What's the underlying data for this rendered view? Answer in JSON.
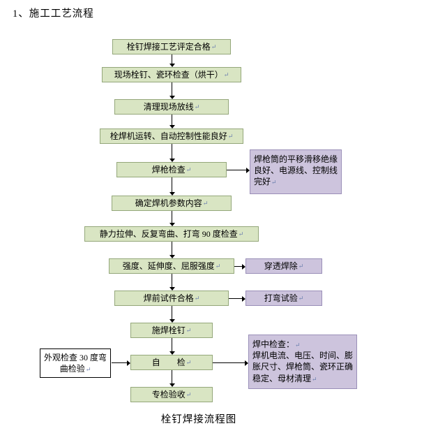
{
  "page": {
    "title": "1、施工工艺流程",
    "caption": "栓钉焊接流程图"
  },
  "glyphs": {
    "return_mark": "↵"
  },
  "colors": {
    "step_fill": "#d9e5c3",
    "step_border": "#94a77a",
    "note_fill": "#cdc4dd",
    "note_border": "#9a8fb8",
    "arrow": "#000000"
  },
  "flow": {
    "steps": [
      {
        "label": "栓钉焊接工艺评定合格"
      },
      {
        "label": "现场栓钉、瓷环检查（烘干）"
      },
      {
        "label": "清理现场放线"
      },
      {
        "label": "栓焊机运转、自动控制性能良好"
      },
      {
        "label": "焊枪检查"
      },
      {
        "label": "确定焊机参数内容"
      },
      {
        "label": "静力拉伸、反复弯曲、打弯 90 度检查"
      },
      {
        "label": "强度、延伸度、屈服强度"
      },
      {
        "label": "焊前试件合格"
      },
      {
        "label": "施焊栓钉"
      },
      {
        "label": "自　　检"
      },
      {
        "label": "专检验收"
      }
    ],
    "side_notes": {
      "gun_note": "焊枪筒的平移滑移绝缘良好、电源线、控制线完好",
      "penetration": "穿透焊除",
      "bend_test": "打弯试验",
      "visual_check": "外观检查 30 度弯曲检验",
      "in_weld_heading": "焊中检查：",
      "in_weld_body": "焊机电流、电压、时间、膨胀尺寸、焊枪筒、瓷环正确稳定、母材清理"
    }
  }
}
